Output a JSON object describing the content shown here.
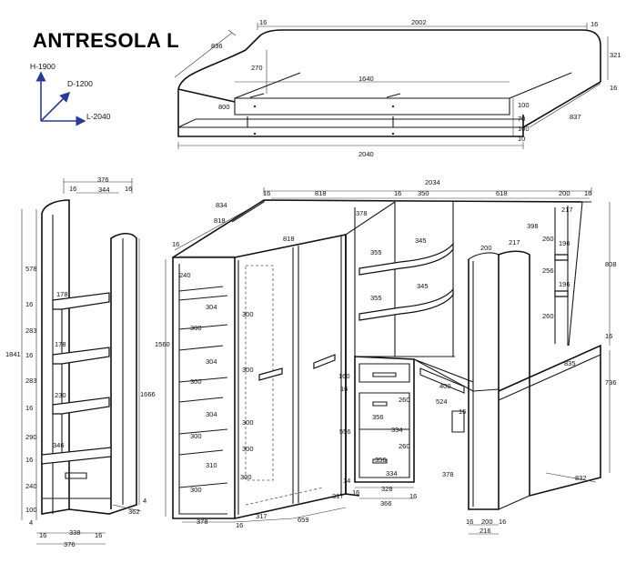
{
  "title": "ANTRESOLA L",
  "axes": {
    "height": "H-1900",
    "depth": "D-1200",
    "length": "L-2040"
  },
  "colors": {
    "line": "#111111",
    "axis_arrow": "#2b3a8f"
  },
  "bed": {
    "dims": [
      "16",
      "2002",
      "16",
      "836",
      "321",
      "16",
      "270",
      "1640",
      "800",
      "100",
      "70",
      "100",
      "10",
      "837",
      "2040"
    ]
  },
  "stairs": {
    "dims": [
      "376",
      "16",
      "344",
      "16",
      "578",
      "16",
      "283",
      "16",
      "283",
      "16",
      "290",
      "16",
      "240",
      "100",
      "4",
      "1841",
      "178",
      "178",
      "230",
      "346",
      "1666",
      "4",
      "362",
      "16",
      "338",
      "16",
      "376"
    ]
  },
  "main": {
    "dims": [
      "2034",
      "834",
      "16",
      "818",
      "16",
      "350",
      "618",
      "200",
      "16",
      "818",
      "378",
      "217",
      "16",
      "818",
      "398",
      "240",
      "304",
      "300",
      "304",
      "300",
      "304",
      "300",
      "310",
      "300",
      "300",
      "1560",
      "300",
      "300",
      "300",
      "300",
      "378",
      "16",
      "317",
      "659",
      "317",
      "16",
      "366",
      "328",
      "16",
      "355",
      "345",
      "355",
      "345",
      "200",
      "217",
      "260",
      "196",
      "256",
      "196",
      "260",
      "808",
      "16",
      "835",
      "736",
      "160",
      "16",
      "260",
      "334",
      "260",
      "334",
      "356",
      "356",
      "556",
      "14",
      "400",
      "524",
      "16",
      "378",
      "832",
      "200",
      "16",
      "216",
      "16"
    ]
  }
}
